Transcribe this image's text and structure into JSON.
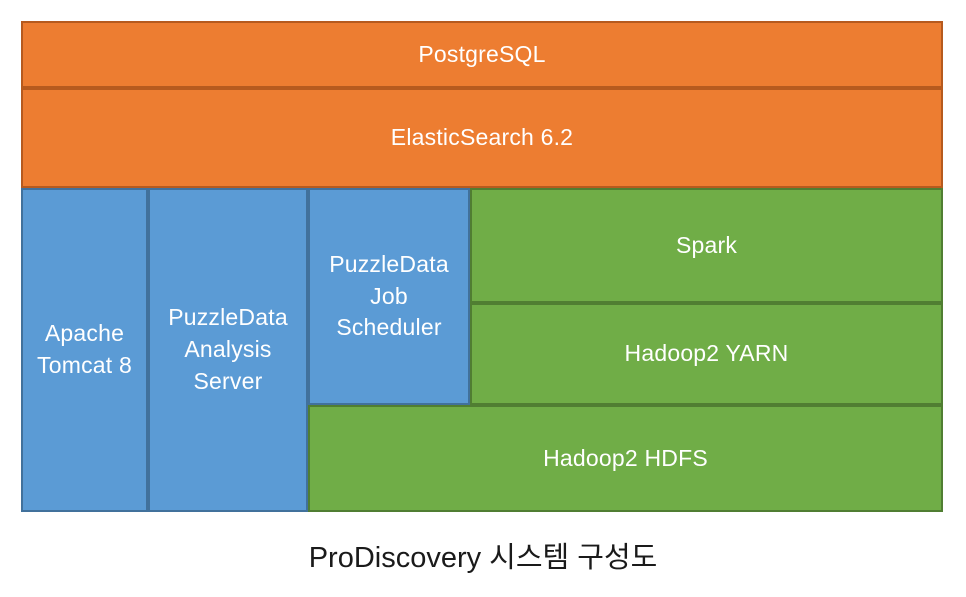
{
  "diagram": {
    "caption": "ProDiscovery 시스템 구성도",
    "boxes": {
      "postgresql": {
        "label": "PostgreSQL"
      },
      "elasticsearch": {
        "label": "ElasticSearch 6.2"
      },
      "apache_tomcat": {
        "label": "Apache\nTomcat 8"
      },
      "analysis_server": {
        "label": "PuzzleData\nAnalysis\nServer"
      },
      "job_scheduler": {
        "label": "PuzzleData\nJob\nScheduler"
      },
      "spark": {
        "label": "Spark"
      },
      "hadoop2_yarn": {
        "label": "Hadoop2 YARN"
      },
      "hadoop2_hdfs": {
        "label": "Hadoop2 HDFS"
      }
    },
    "colors": {
      "orange_fill": "#ED7D31",
      "orange_border": "#B65A1E",
      "blue_fill": "#5B9BD5",
      "blue_border": "#41719C",
      "green_fill": "#70AD47",
      "green_border": "#507E32",
      "label_text": "#FFFFFF",
      "caption_text": "#1A1A1A",
      "background": "#FFFFFF"
    }
  }
}
